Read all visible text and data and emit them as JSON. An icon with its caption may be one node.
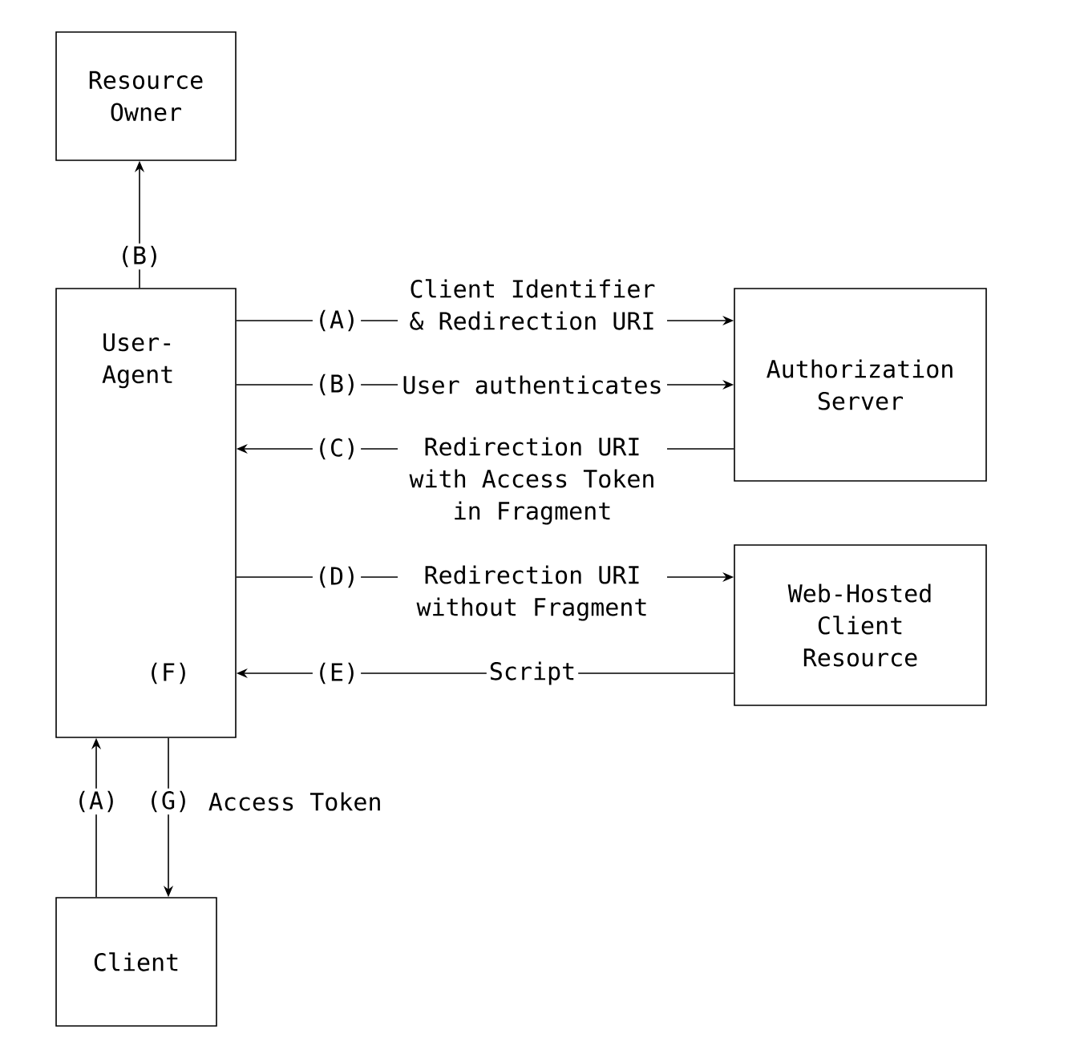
{
  "diagram": {
    "nodes": [
      {
        "text": [
          "Resource Owner"
        ]
      },
      {
        "text": [
          "User- Agent"
        ]
      },
      {
        "text": [
          "Authorization Server"
        ]
      },
      {
        "text": [
          "Web-Hosted Client Resource"
        ]
      },
      {
        "text": [
          "Client"
        ]
      }
    ],
    "edges": [
      {
        "from": 1,
        "to": 0,
        "arrow": "to",
        "label": "(B)"
      },
      {
        "from": 1,
        "to": 2,
        "arrow": "to",
        "label": "(A)"
      },
      {
        "from": 1,
        "to": 2,
        "arrow": "to",
        "label": "(B)"
      },
      {
        "from": 2,
        "to": 1,
        "arrow": "to",
        "label": "(C)"
      },
      {
        "from": 1,
        "to": 3,
        "arrow": "to",
        "label": "(D)"
      },
      {
        "from": 3,
        "to": 1,
        "arrow": "to",
        "label": "(E)"
      },
      {
        "from": 4,
        "to": 1,
        "arrow": "to",
        "label": "(A)"
      },
      {
        "from": 1,
        "to": 4,
        "arrow": "to",
        "label": "(G)"
      }
    ],
    "labels": [
      "Client Identifier & Redirection URI",
      "User authenticates",
      "Redirection URI with Access Token in Fragment",
      "Redirection URI without Fragment",
      "(F)",
      "Script",
      "Access Token"
    ]
  }
}
